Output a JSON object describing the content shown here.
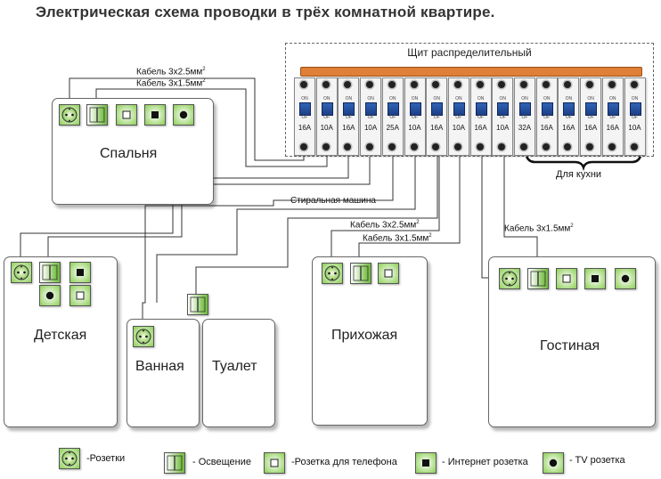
{
  "title": "Электрическая схема проводки в трёх комнатной квартире.",
  "panel": {
    "title": "Щит распределительный",
    "on_label": "ON",
    "off_label": "OF",
    "breakers": [
      "16A",
      "10A",
      "16A",
      "10A",
      "25A",
      "10A",
      "16A",
      "10A",
      "16A",
      "10A",
      "32A",
      "16A",
      "16A",
      "16A",
      "16A",
      "10A"
    ],
    "kitchen_label": "Для кухни"
  },
  "rooms": {
    "bedroom": "Спальня",
    "kids": "Детская",
    "bathroom": "Ванная",
    "toilet": "Туалет",
    "hallway": "Прихожая",
    "living": "Гостиная"
  },
  "cables": {
    "bedroom_1_text": "Кабель 3х2.5мм",
    "bedroom_1_sup": "2",
    "bedroom_2_text": "Кабель 3х1.5мм",
    "bedroom_2_sup": "2",
    "washing_machine": "Стиральная машина",
    "hallway_1_text": "Кабель 3х2.5мм",
    "hallway_1_sup": "2",
    "hallway_2_text": "Кабель 3х1.5мм",
    "hallway_2_sup": "2",
    "living_text": "Кабель 3х1.5мм",
    "living_sup": "2"
  },
  "legend": {
    "socket": "-Розетки",
    "light": "- Освещение",
    "phone": "-Розетка для телефона",
    "internet": "- Интернет розетка",
    "tv": "- TV розетка"
  },
  "colors": {
    "busbar": "#e07f38",
    "breaker_switch": "#2f63b5",
    "device_green": "#7cc242"
  }
}
